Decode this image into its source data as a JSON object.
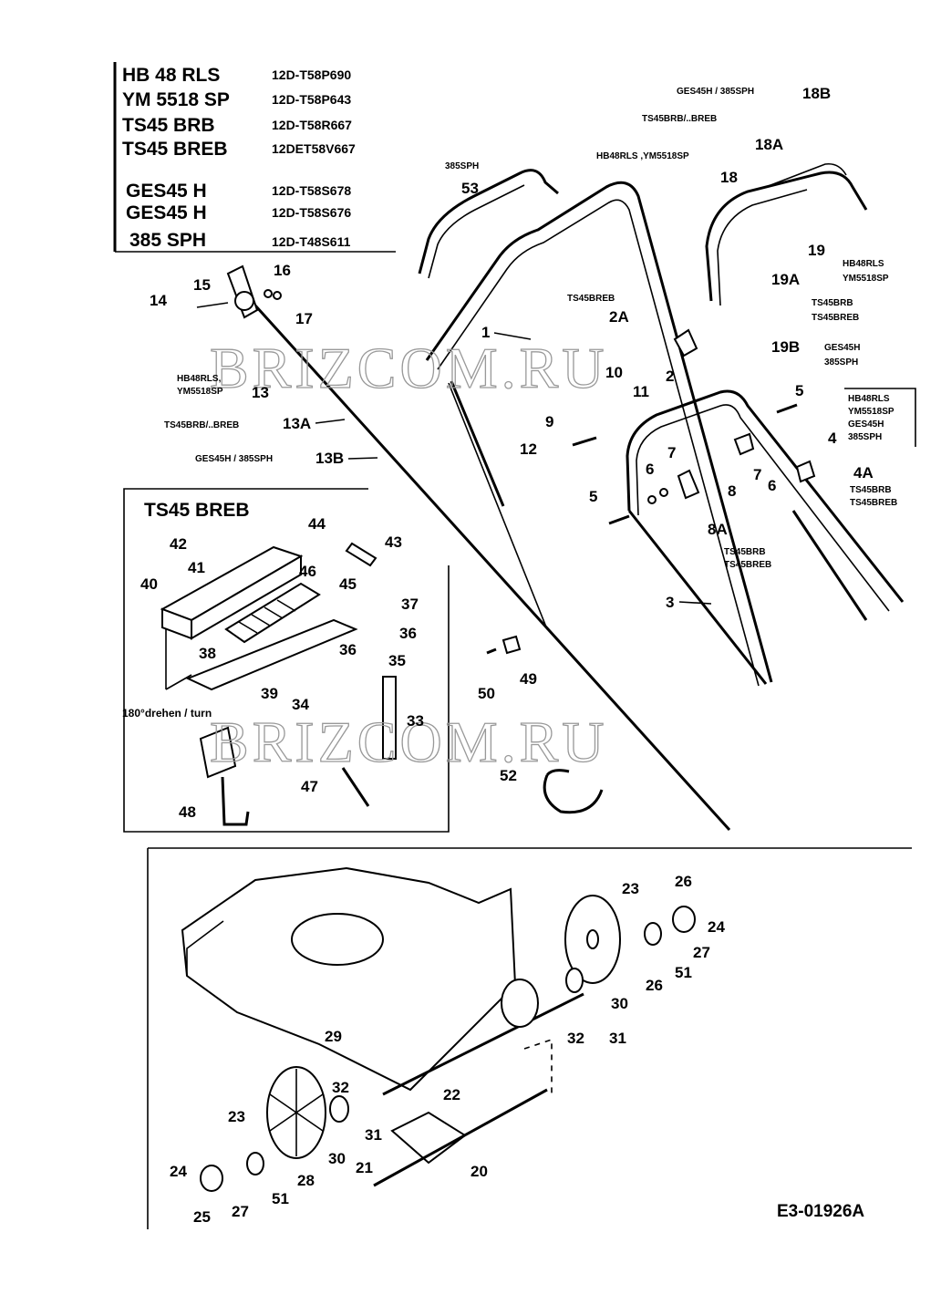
{
  "models": [
    {
      "name": "HB 48 RLS",
      "code": "12D-T58P690"
    },
    {
      "name": "YM 5518 SP",
      "code": "12D-T58P643"
    },
    {
      "name": "TS45 BRB",
      "code": "12D-T58R667"
    },
    {
      "name": "TS45 BREB",
      "code": "12DET58V667"
    },
    {
      "name": "GES45 H",
      "code": "12D-T58S678"
    },
    {
      "name": "GES45 H",
      "code": "12D-T58S676"
    },
    {
      "name": "385 SPH",
      "code": "12D-T48S611"
    }
  ],
  "watermark": "BRIZCOM.RU",
  "inset_title": "TS45 BREB",
  "inset_note": "180°drehen / turn",
  "drawing_ref": "E3-01926A",
  "variant_notes": {
    "n385sph_53": "385SPH",
    "ges18b": "GES45H / 385SPH",
    "ts18a": "TS45BRB/..BREB",
    "hb18": "HB48RLS ,YM5518SP",
    "hb19a": "HB48RLS",
    "hb19b": "YM5518SP",
    "ts19a_a": "TS45BRB",
    "ts19a_b": "TS45BREB",
    "ges19b_a": "GES45H",
    "ges19b_b": "385SPH",
    "ts2a": "TS45BREB",
    "hb13_a": "HB48RLS,",
    "hb13_b": "YM5518SP",
    "ts13a": "TS45BRB/..BREB",
    "ges13b": "GES45H / 385SPH",
    "box4_a": "HB48RLS",
    "box4_b": "YM5518SP",
    "box4_c": "GES45H",
    "box4_d": "385SPH",
    "ts4a_a": "TS45BRB",
    "ts4a_b": "TS45BREB",
    "ts8a_a": "TS45BRB",
    "ts8a_b": "TS45BREB"
  },
  "callouts": {
    "c1": "1",
    "c2": "2",
    "c2a": "2A",
    "c3": "3",
    "c4": "4",
    "c4a": "4A",
    "c5a": "5",
    "c5b": "5",
    "c6a": "6",
    "c6b": "6",
    "c7a": "7",
    "c7b": "7",
    "c8": "8",
    "c8a": "8A",
    "c9": "9",
    "c10": "10",
    "c11": "11",
    "c12": "12",
    "c13": "13",
    "c13a": "13A",
    "c13b": "13B",
    "c14": "14",
    "c15": "15",
    "c16": "16",
    "c17": "17",
    "c18": "18",
    "c18a": "18A",
    "c18b": "18B",
    "c19": "19",
    "c19a": "19A",
    "c19b": "19B",
    "c20": "20",
    "c21": "21",
    "c22": "22",
    "c23a": "23",
    "c23b": "23",
    "c24a": "24",
    "c24b": "24",
    "c25": "25",
    "c26a": "26",
    "c26b": "26",
    "c27a": "27",
    "c27b": "27",
    "c28": "28",
    "c29": "29",
    "c30a": "30",
    "c30b": "30",
    "c31a": "31",
    "c31b": "31",
    "c32a": "32",
    "c32b": "32",
    "c33": "33",
    "c34": "34",
    "c35": "35",
    "c36a": "36",
    "c36b": "36",
    "c37": "37",
    "c38": "38",
    "c39": "39",
    "c40": "40",
    "c41": "41",
    "c42": "42",
    "c43": "43",
    "c44": "44",
    "c45": "45",
    "c46": "46",
    "c47": "47",
    "c48": "48",
    "c49": "49",
    "c50": "50",
    "c51a": "51",
    "c51b": "51",
    "c52": "52",
    "c53": "53"
  }
}
